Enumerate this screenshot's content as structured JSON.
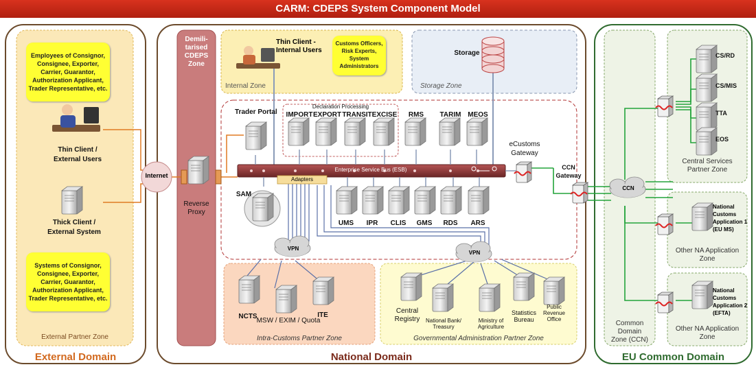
{
  "title": "CARM: CDEPS System Component Model",
  "domains": {
    "external": "External Domain",
    "national": "National Domain",
    "eu": "EU Common Domain"
  },
  "zones": {
    "external_partner": "External Partner Zone",
    "dmz_line1": "Demili-",
    "dmz_line2": "tarised",
    "dmz_line3": "CDEPS",
    "dmz_line4": "Zone",
    "internal": "Internal Zone",
    "storage": "Storage Zone",
    "intra_customs": "Intra-Customs Partner Zone",
    "governmental": "Governmental Administration Partner Zone",
    "common_domain_line1": "Common",
    "common_domain_line2": "Domain",
    "common_domain_line3": "Zone (CCN)",
    "central_services_line1": "Central Services",
    "central_services_line2": "Partner Zone",
    "other_na1_line1": "Other NA Application",
    "other_na1_line2": "Zone",
    "other_na2_line1": "Other NA Application",
    "other_na2_line2": "Zone"
  },
  "external": {
    "callout_top": "Employees of Consignor, Consignee, Exporter, Carrier, Guarantor, Authorization Applicant, Trader Representative, etc.",
    "thin_client_line1": "Thin Client /",
    "thin_client_line2": "External Users",
    "thick_client_line1": "Thick Client /",
    "thick_client_line2": "External System",
    "callout_bottom": "Systems of Consignor, Consignee, Exporter, Carrier, Guarantor, Authorization Applicant, Trader Representative, etc.",
    "internet": "Internet"
  },
  "dmz": {
    "reverse_proxy_line1": "Reverse",
    "reverse_proxy_line2": "Proxy"
  },
  "internal": {
    "thin_client_line1": "Thin Client -",
    "thin_client_line2": "Internal Users",
    "callout": "Customs Officers, Risk Experts, System Administrators",
    "storage": "Storage"
  },
  "national": {
    "trader_portal": "Trader Portal",
    "declaration_processing": "Declaration Processing",
    "import": "IMPORT",
    "export": "EXPORT",
    "transit": "TRANSIT",
    "excise": "EXCISE",
    "rms": "RMS",
    "tarim": "TARIM",
    "meos": "MEOS",
    "ecustoms_line1": "eCustoms",
    "ecustoms_line2": "Gateway",
    "esb": "Enterprise Service Bus (ESB)",
    "adapters": "Adapters",
    "sam": "SAM",
    "ums": "UMS",
    "ipr": "IPR",
    "clis": "CLIS",
    "gms": "GMS",
    "rds": "RDS",
    "ars": "ARS",
    "vpn1": "VPN",
    "vpn2": "VPN"
  },
  "intra": {
    "ncts": "NCTS",
    "msw": "MSW / EXIM / Quota",
    "ite": "ITE"
  },
  "gov": {
    "central_registry_line1": "Central",
    "central_registry_line2": "Registry",
    "bank_line1": "National Bank/",
    "bank_line2": "Treasury",
    "agri_line1": "Ministry of",
    "agri_line2": "Agriculture",
    "stats_line1": "Statistics",
    "stats_line2": "Bureau",
    "revenue_line1": "Public",
    "revenue_line2": "Revenue",
    "revenue_line3": "Office"
  },
  "eu": {
    "ccn_gateway_line1": "CCN",
    "ccn_gateway_line2": "Gateway",
    "ccn": "CCN",
    "csrd": "CS/RD",
    "csmis": "CS/MIS",
    "tta": "TTA",
    "eos": "EOS",
    "nca1_line1": "National",
    "nca1_line2": "Customs",
    "nca1_line3": "Application 1",
    "nca1_line4": "(EU MS)",
    "nca2_line1": "National",
    "nca2_line2": "Customs",
    "nca2_line3": "Application 2",
    "nca2_line4": "(EFTA)"
  },
  "colors": {
    "title_red": "#c62a17",
    "external_fill": "#fbe8b8",
    "dmz_fill": "#c97c7c",
    "internal_fill": "#fcefb4",
    "storage_fill": "#e8eef6",
    "intra_fill": "#fbd7bf",
    "gov_fill": "#fefbd0",
    "eu_fill": "#eef3e6",
    "esb": "#8b3a3a",
    "callout": "#ffff33",
    "green_link": "#22a33a",
    "orange_link": "#e07a22",
    "blue_link": "#5a70a8"
  }
}
